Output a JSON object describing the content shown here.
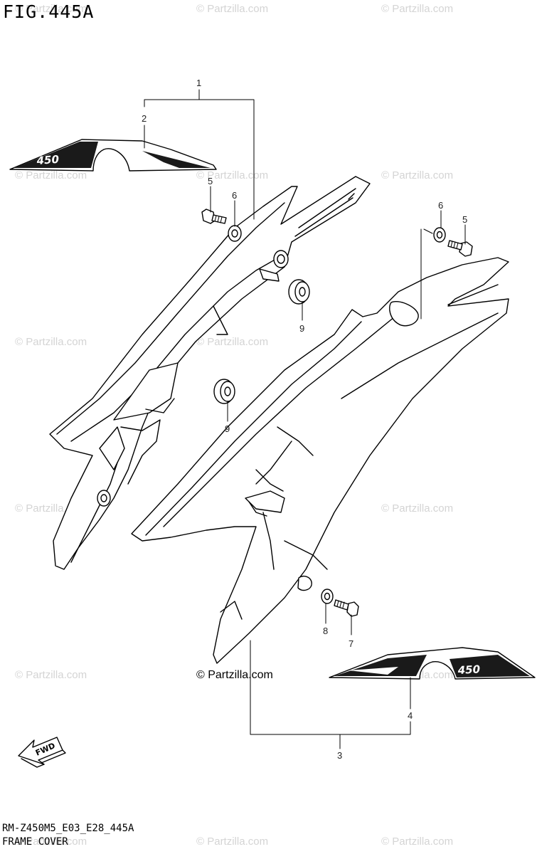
{
  "figure": {
    "title": "FIG.445A",
    "code": "RM-Z450M5_E03_E28_445A",
    "name": "FRAME COVER",
    "copyright": "© Partzilla.com"
  },
  "watermark": "© Partzilla.com",
  "decals": {
    "left": "450",
    "right": "450"
  },
  "fwd_label": "FWD",
  "callouts": [
    "1",
    "2",
    "5",
    "6",
    "9",
    "9",
    "6",
    "5",
    "8",
    "7",
    "4",
    "3"
  ],
  "colors": {
    "line": "#000000",
    "watermark": "#d4d4d4",
    "decal_fill": "#1a1a1a"
  }
}
